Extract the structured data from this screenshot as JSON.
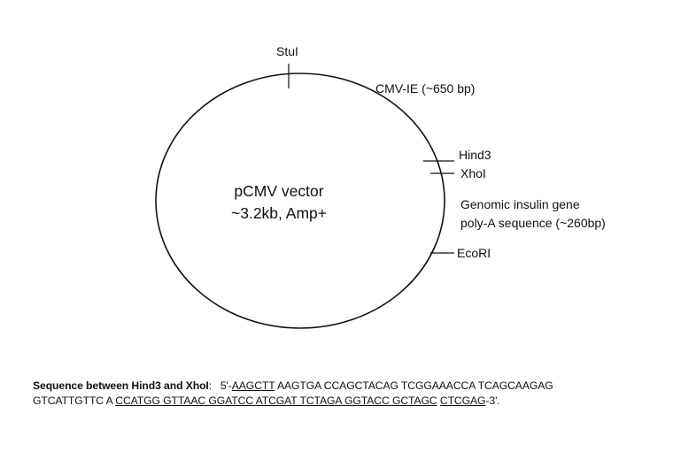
{
  "plasmid": {
    "name": "pCMV vector",
    "details": "~3.2kb, Amp+"
  },
  "sites": {
    "stui": "StuI",
    "cmv": "CMV-IE (~650 bp)",
    "hind3": "Hind3",
    "xhoi": "XhoI",
    "insert_line1": "Genomic insulin gene",
    "insert_line2": "poly-A sequence (~260bp)",
    "ecori": "EcoRI"
  },
  "sequence": {
    "label": "Sequence between Hind3 and XhoI",
    "colon": ":",
    "prefix": "5'-",
    "hind3_site": "AAGCTT",
    "line1_rest": " AAGTGA CCAGCTACAG TCGGAAACCA TCAGCAAGAG",
    "line2_start": "GTCATTGTTC A ",
    "mcs": "CCATGG GTTAAC GGATCC ATCGAT TCTAGA GGTACC GCTAGC",
    "space": " ",
    "xhoi_site": "CTCGAG",
    "suffix": "-3'."
  }
}
